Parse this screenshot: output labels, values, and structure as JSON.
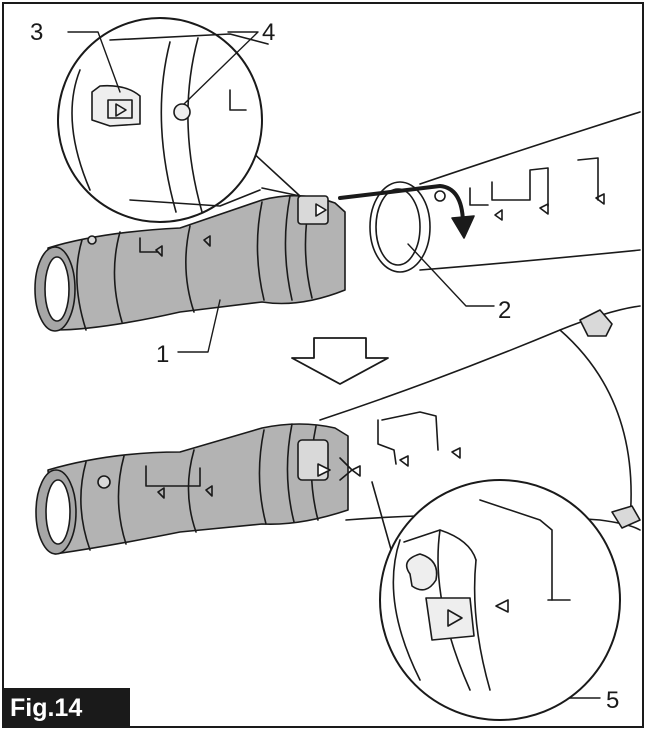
{
  "figure": {
    "label": "Fig.14",
    "callouts": [
      "1",
      "2",
      "3",
      "4",
      "5"
    ]
  },
  "colors": {
    "line": "#1a1a1a",
    "nozzle_fill": "#b3b3b3",
    "background": "#ffffff"
  }
}
